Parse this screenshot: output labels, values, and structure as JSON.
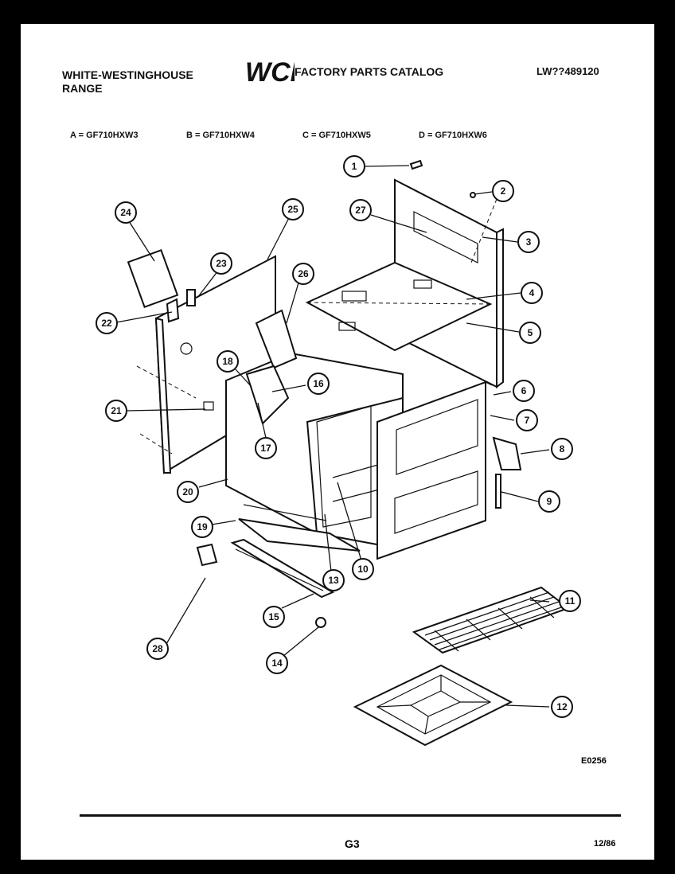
{
  "header": {
    "brand_line1": "WHITE-WESTINGHOUSE",
    "brand_line2": "RANGE",
    "logo_text": "WCI",
    "catalog_title": "FACTORY PARTS CATALOG",
    "catalog_number": "LW??489120"
  },
  "models": [
    "A = GF710HXW3",
    "B = GF710HXW4",
    "C = GF710HXW5",
    "D = GF710HXW6"
  ],
  "callouts": [
    "1",
    "2",
    "3",
    "4",
    "5",
    "6",
    "7",
    "8",
    "9",
    "10",
    "11",
    "12",
    "13",
    "14",
    "15",
    "16",
    "17",
    "18",
    "19",
    "20",
    "21",
    "22",
    "23",
    "24",
    "25",
    "26",
    "27",
    "28"
  ],
  "drawing_code": "E0256",
  "footer": {
    "page_number": "G3",
    "date_code": "12/86"
  }
}
